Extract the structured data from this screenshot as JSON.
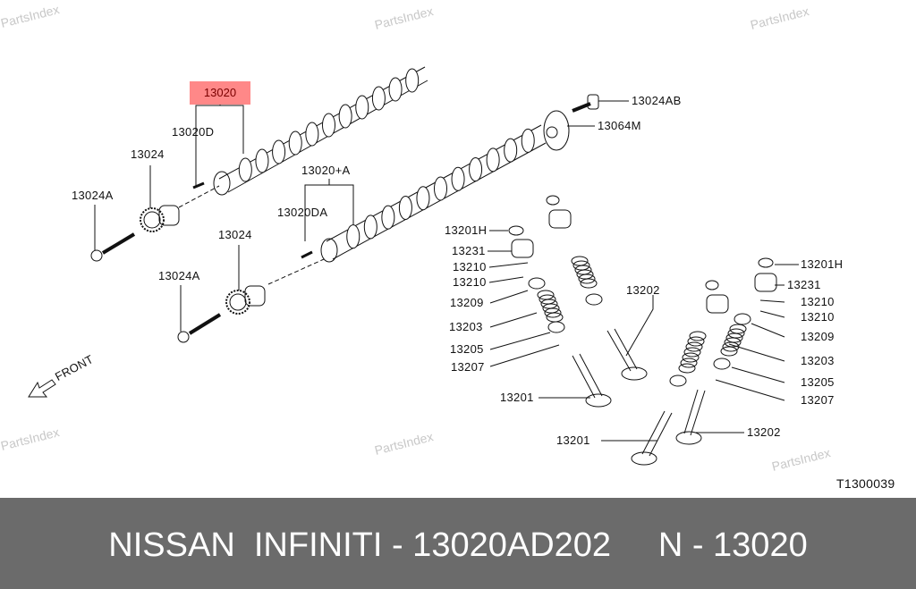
{
  "watermark": "PartsIndex",
  "highlight": {
    "label": "13020",
    "color": "#ff8888"
  },
  "labels": {
    "camshaft_pin_upper": "13020D",
    "sprocket_upper": "13024",
    "bolt_upper": "13024A",
    "sprocket_lower": "13024",
    "bolt_lower": "13024A",
    "camshaft_lower": "13020+A",
    "camshaft_pin_lower": "13020DA",
    "front": "FRONT",
    "bolt_ab": "13024AB",
    "sensor_plate": "13064M",
    "left": [
      "13201H",
      "13231",
      "13210",
      "13210",
      "13209",
      "13203",
      "13205",
      "13207"
    ],
    "valve_left": "13201",
    "valve_mid": "13202",
    "right": [
      "13201H",
      "13231",
      "13210",
      "13210",
      "13209",
      "13203",
      "13205",
      "13207"
    ],
    "valve_bottom_left": "13201",
    "valve_bottom_right": "13202",
    "diagram_code": "T1300039"
  },
  "footer": {
    "title": "NISSAN  INFINITI - 13020AD202     N - 13020"
  }
}
